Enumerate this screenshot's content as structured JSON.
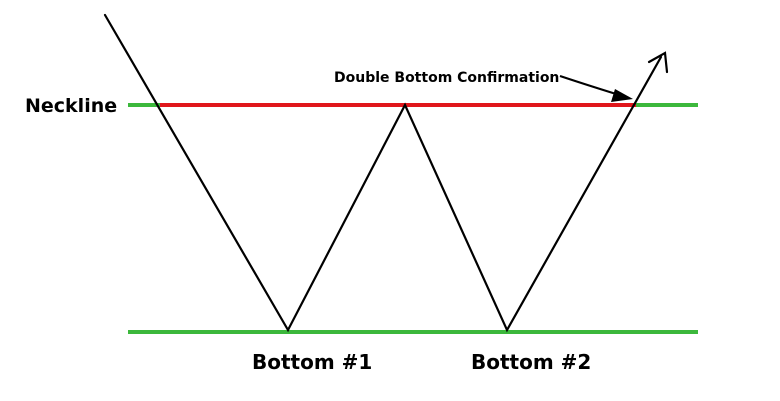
{
  "labels": {
    "neckline": "Neckline",
    "confirmation": "Double Bottom Confirmation",
    "bottom1": "Bottom #1",
    "bottom2": "Bottom #2"
  },
  "colors": {
    "support_line": "#3cb83c",
    "neckline_segment": "#e0161b",
    "price_path": "#000000",
    "background": "#ffffff"
  }
}
